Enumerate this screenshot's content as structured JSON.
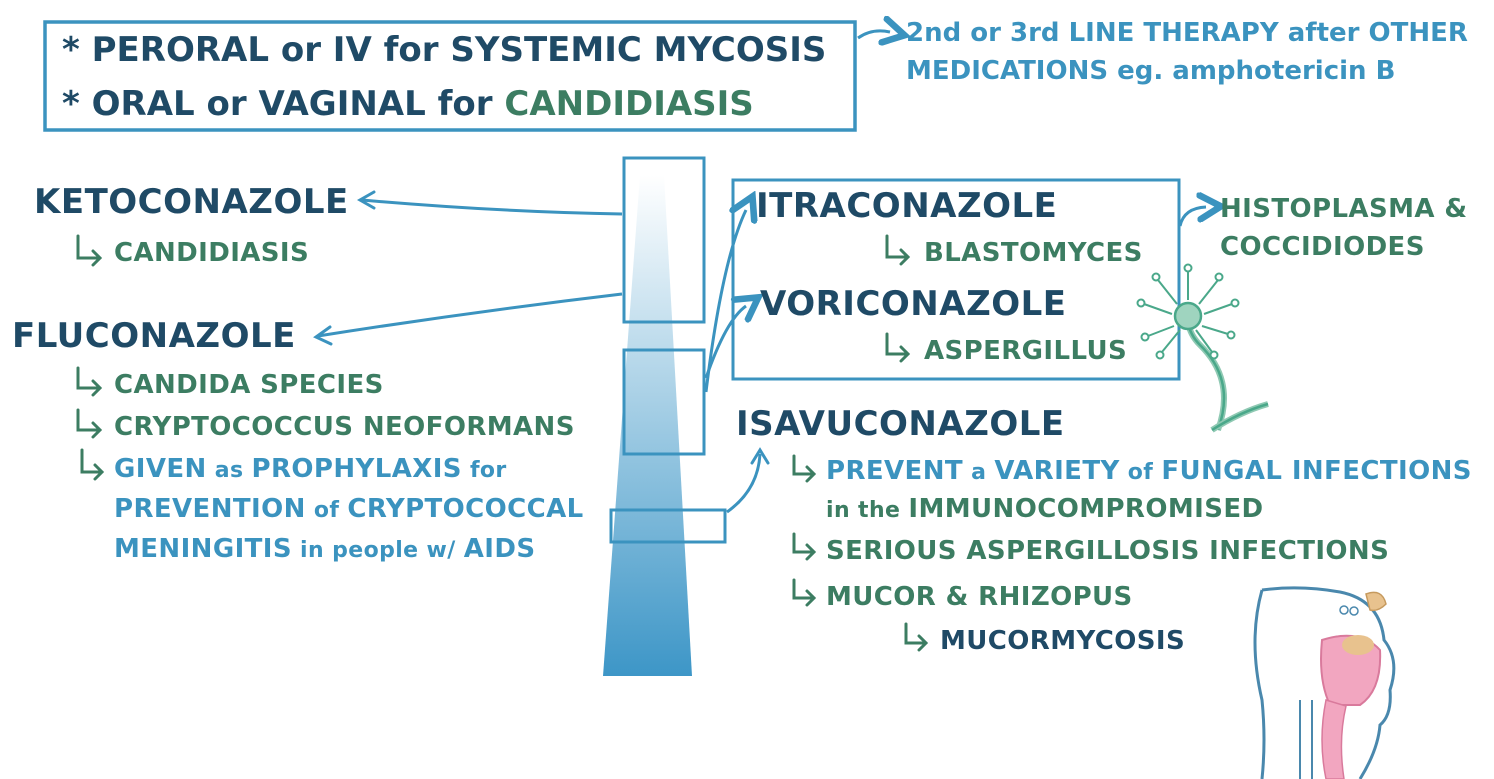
{
  "top_box": {
    "line1_prefix": "* PERORAL or IV for ",
    "line1_emph": "SYSTEMIC MYCOSIS",
    "line2_prefix": "* ORAL or VAGINAL for ",
    "line2_emph": "CANDIDIASIS"
  },
  "top_note": {
    "line1": "2nd or 3rd LINE THERAPY after OTHER",
    "line2": "MEDICATIONS eg. amphotericin B"
  },
  "ketoconazole": {
    "name": "KETOCONAZOLE",
    "uses": [
      "CANDIDIASIS"
    ]
  },
  "fluconazole": {
    "name": "FLUCONAZOLE",
    "uses": [
      "CANDIDA SPECIES",
      "CRYPTOCOCCUS NEOFORMANS"
    ],
    "prophylaxis": {
      "line1_a": "GIVEN",
      "line1_b": " as ",
      "line1_c": "PROPHYLAXIS",
      "line1_d": " for",
      "line2_a": "PREVENTION",
      "line2_b": " of ",
      "line2_c": "CRYPTOCOCCAL",
      "line3_a": "MENINGITIS",
      "line3_b": " in people w/ ",
      "line3_c": "AIDS"
    }
  },
  "itraconazole": {
    "name": "ITRACONAZOLE",
    "use": "BLASTOMYCES",
    "side_note": [
      "HISTOPLASMA &",
      "COCCIDIODES"
    ]
  },
  "voriconazole": {
    "name": "VORICONAZOLE",
    "use": "ASPERGILLUS"
  },
  "isavuconazole": {
    "name": "ISAVUCONAZOLE",
    "use1_a": "PREVENT",
    "use1_b": " a ",
    "use1_c": "VARIETY",
    "use1_d": " of ",
    "use1_e": "FUNGAL INFECTIONS",
    "use1_line2_a": "in the ",
    "use1_line2_b": "IMMUNOCOMPROMISED",
    "use2": "SERIOUS ASPERGILLOSIS INFECTIONS",
    "use3": "MUCOR & RHIZOPUS",
    "use3_sub": "MUCORMYCOSIS"
  },
  "colors": {
    "navy": "#1f4a66",
    "blue": "#3b93bf",
    "green": "#3c7d62",
    "fungus": "#4aa88a",
    "mouth_pink": "#f2a6c0",
    "nasal_tan": "#e8c28e"
  }
}
